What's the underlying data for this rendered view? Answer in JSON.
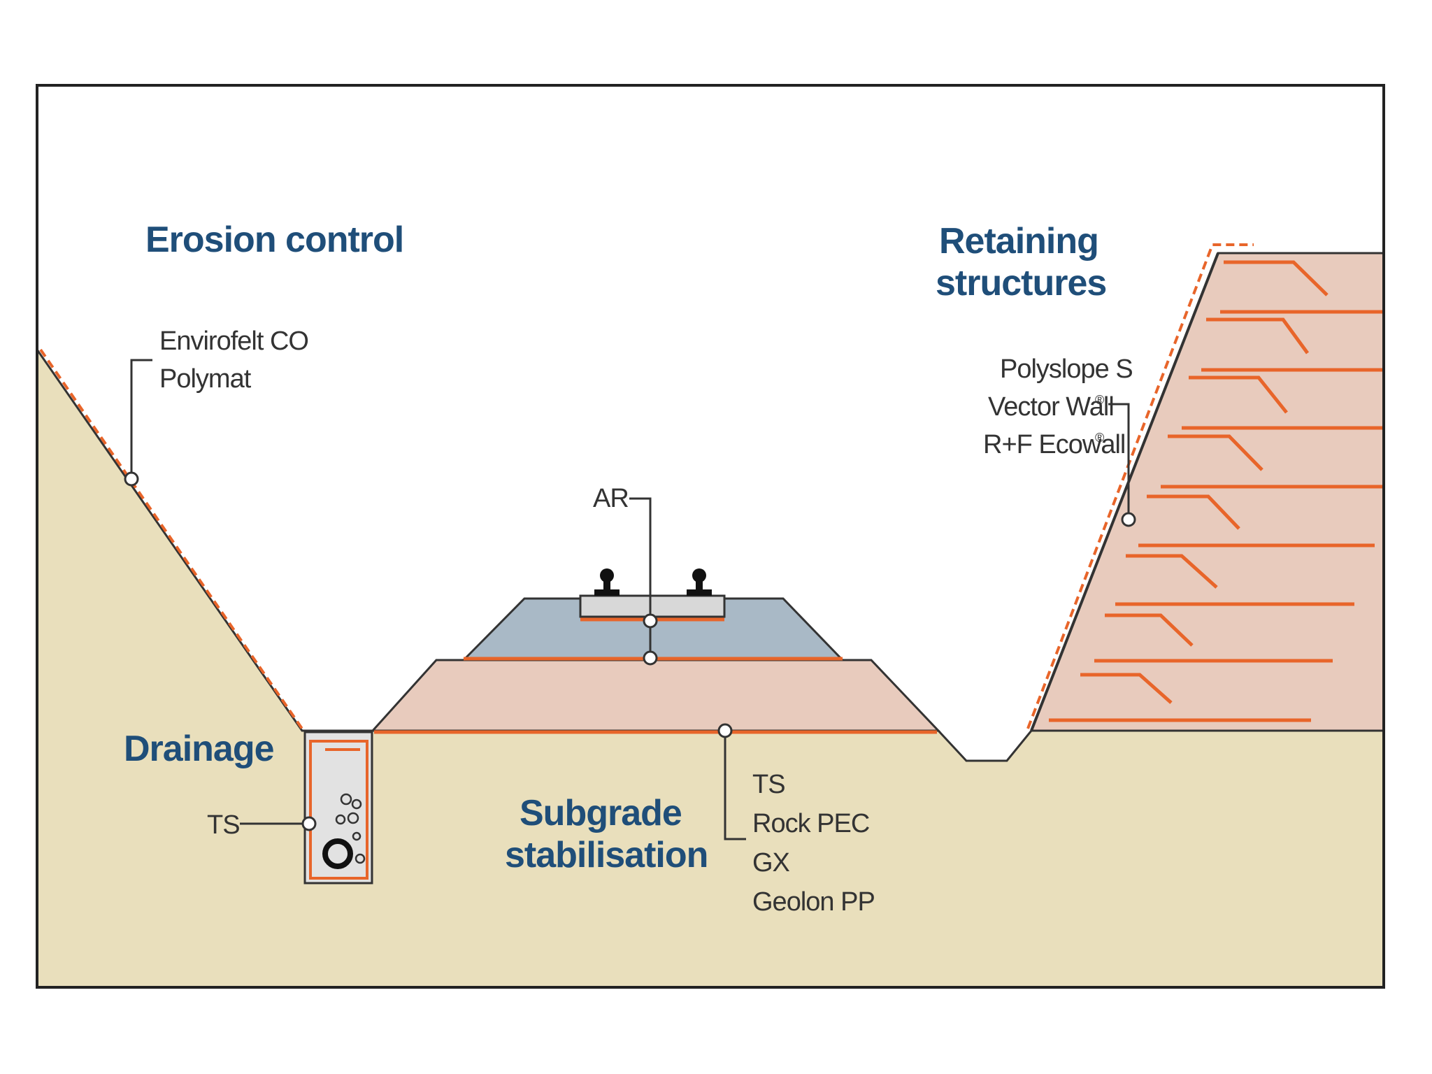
{
  "headings": {
    "erosion": "Erosion control",
    "retaining_1": "Retaining",
    "retaining_2": "structures",
    "drainage": "Drainage",
    "subgrade_1": "Subgrade",
    "subgrade_2": "stabilisation"
  },
  "labels": {
    "erosion": [
      "Envirofelt CO",
      "Polymat"
    ],
    "retaining": [
      "Polyslope S",
      "Vector Wall",
      "R+F Ecowall"
    ],
    "retaining_marks": [
      "®",
      "®"
    ],
    "track": "AR",
    "drainage": "TS",
    "subgrade": [
      "TS",
      "Rock PEC",
      "GX",
      "Geolon PP"
    ]
  },
  "colors": {
    "soil": "#e9dfbc",
    "embankment": "#e8cbbd",
    "ballast": "#a9b9c6",
    "geosynthetic": "#e8652a",
    "heading": "#1f4e79"
  }
}
